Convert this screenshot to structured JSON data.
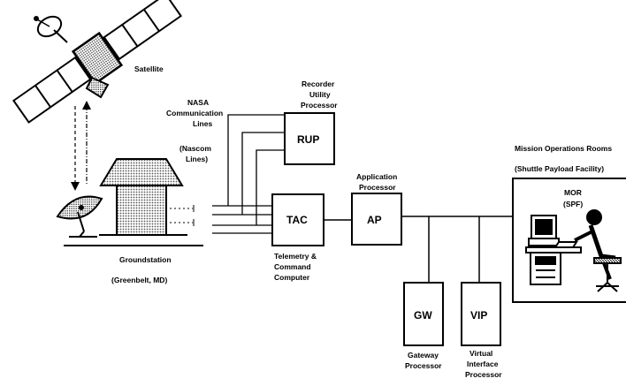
{
  "labels": {
    "satellite": "Satellite",
    "recorder_1": "Recorder",
    "recorder_2": "Utility",
    "recorder_3": "Processor",
    "rup": "RUP",
    "nasa_1": "NASA",
    "nasa_2": "Communication",
    "nasa_3": "Lines",
    "nascom_1": "(Nascom",
    "nascom_2": "Lines)",
    "appproc_1": "Application",
    "appproc_2": "Processor",
    "tac": "TAC",
    "ap": "AP",
    "tcc_1": "Telemetry  &",
    "tcc_2": "Command",
    "tcc_3": "Computer",
    "groundstation": "Groundstation",
    "greenbelt": "(Greenbelt,  MD)",
    "mor_title_1": "Mission Operations Rooms",
    "mor_title_2": "(Shuttle  Payload  Facility)",
    "mor": "MOR",
    "spf": "(SPF)",
    "gw": "GW",
    "vip": "VIP",
    "gateway_1": "Gateway",
    "gateway_2": "Processor",
    "virtual_1": "Virtual",
    "virtual_2": "Interface",
    "virtual_3": "Processor"
  },
  "colors": {
    "ink": "#000000",
    "paper": "#ffffff",
    "hatch": "#6b6b6b"
  }
}
